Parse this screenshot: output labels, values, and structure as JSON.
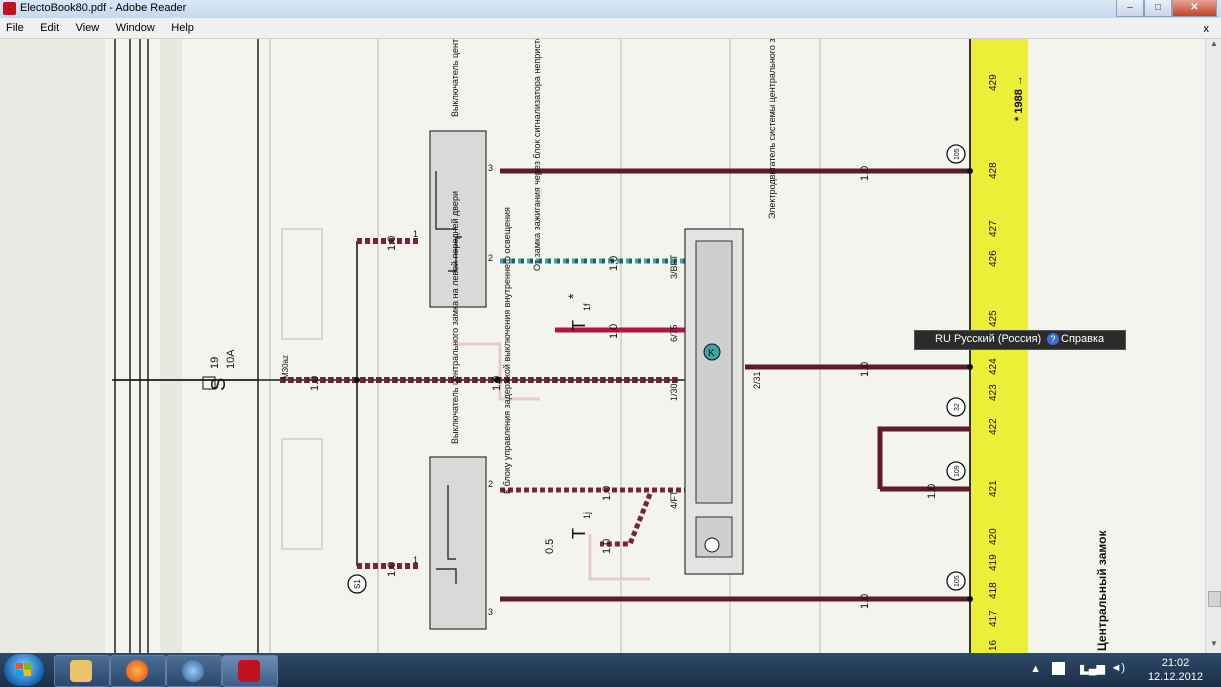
{
  "window": {
    "title": "ElectoBook80.pdf - Adobe Reader",
    "min_btn": "–",
    "max_btn": "□",
    "close_btn": "✕"
  },
  "menu": {
    "items": [
      "File",
      "Edit",
      "View",
      "Window",
      "Help"
    ],
    "close_doc": "x"
  },
  "langbar": {
    "lang": "RU Русский (Россия)",
    "help_icon": "?",
    "help": "Справка"
  },
  "taskbar": {
    "time": "21:02",
    "date": "12.12.2012",
    "apps": [
      "explorer-icon",
      "firefox-icon",
      "thunderbird-icon",
      "adobe-reader-icon"
    ]
  },
  "diagram": {
    "top_right_note": "* 1988 →",
    "bottom_label": "Центральный замок",
    "fuse": {
      "name": "S",
      "number": "19",
      "rating": "10A"
    },
    "s1_label": "S1",
    "m30az": "M30az",
    "right_switch": "Выключатель центрального замка на правой передней двери",
    "left_switch": "Выключатель центрального замка на левой передней двери",
    "motor": "Электродвигатель системы центрального замка",
    "from_ignition": "От замка зажигания через блок сигнализатора непристегнутого ремня безопасности",
    "to_light": "К блоку управления задержкой выключения внутреннего освещения",
    "connector_t1f": "T",
    "connector_t1f_sub": "1f",
    "connector_t1f_star": "*",
    "connector_t1j": "T",
    "connector_t1j_sub": "1j",
    "wire_sizes": [
      "1.0",
      "1.0",
      "1.0",
      "1.0",
      "1.0",
      "1.0",
      "1.0",
      "1.0",
      "1.0",
      "1.0",
      "1.0",
      "0.5",
      "1.0",
      "1.0"
    ],
    "pin_labels": [
      "3/BFT",
      "6/75",
      "1/30",
      "2/31",
      "4/FT"
    ],
    "switch_pins": [
      "3",
      "2",
      "1",
      "1",
      "2",
      "3"
    ],
    "k_label": "K",
    "ground_markers": [
      "105",
      "32",
      "109",
      "105"
    ],
    "strip_numbers": [
      "429",
      "428",
      "426",
      "427",
      "425",
      "424",
      "423",
      "422",
      "421",
      "420",
      "419",
      "418",
      "417",
      "16"
    ]
  }
}
